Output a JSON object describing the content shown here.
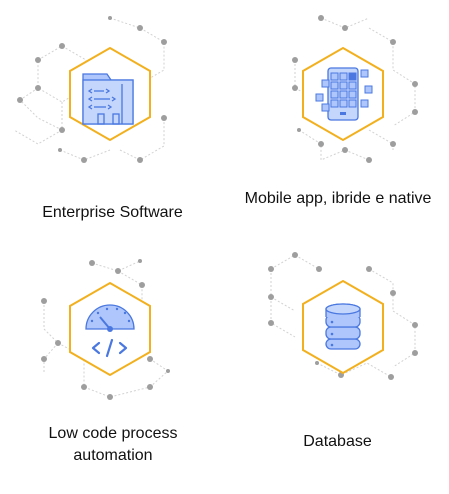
{
  "colors": {
    "accent": "#F2B01E",
    "icon_fill": "#AEC6FB",
    "icon_stroke": "#4A78E0",
    "network": "#B5B5B5"
  },
  "items": [
    {
      "label": "Enterprise Software",
      "icon": "code-folder-icon"
    },
    {
      "label": "Mobile app, ibride e native",
      "icon": "mobile-app-icon"
    },
    {
      "label": "Low code process automation",
      "icon": "speedometer-code-icon"
    },
    {
      "label": "Database",
      "icon": "database-icon"
    }
  ]
}
